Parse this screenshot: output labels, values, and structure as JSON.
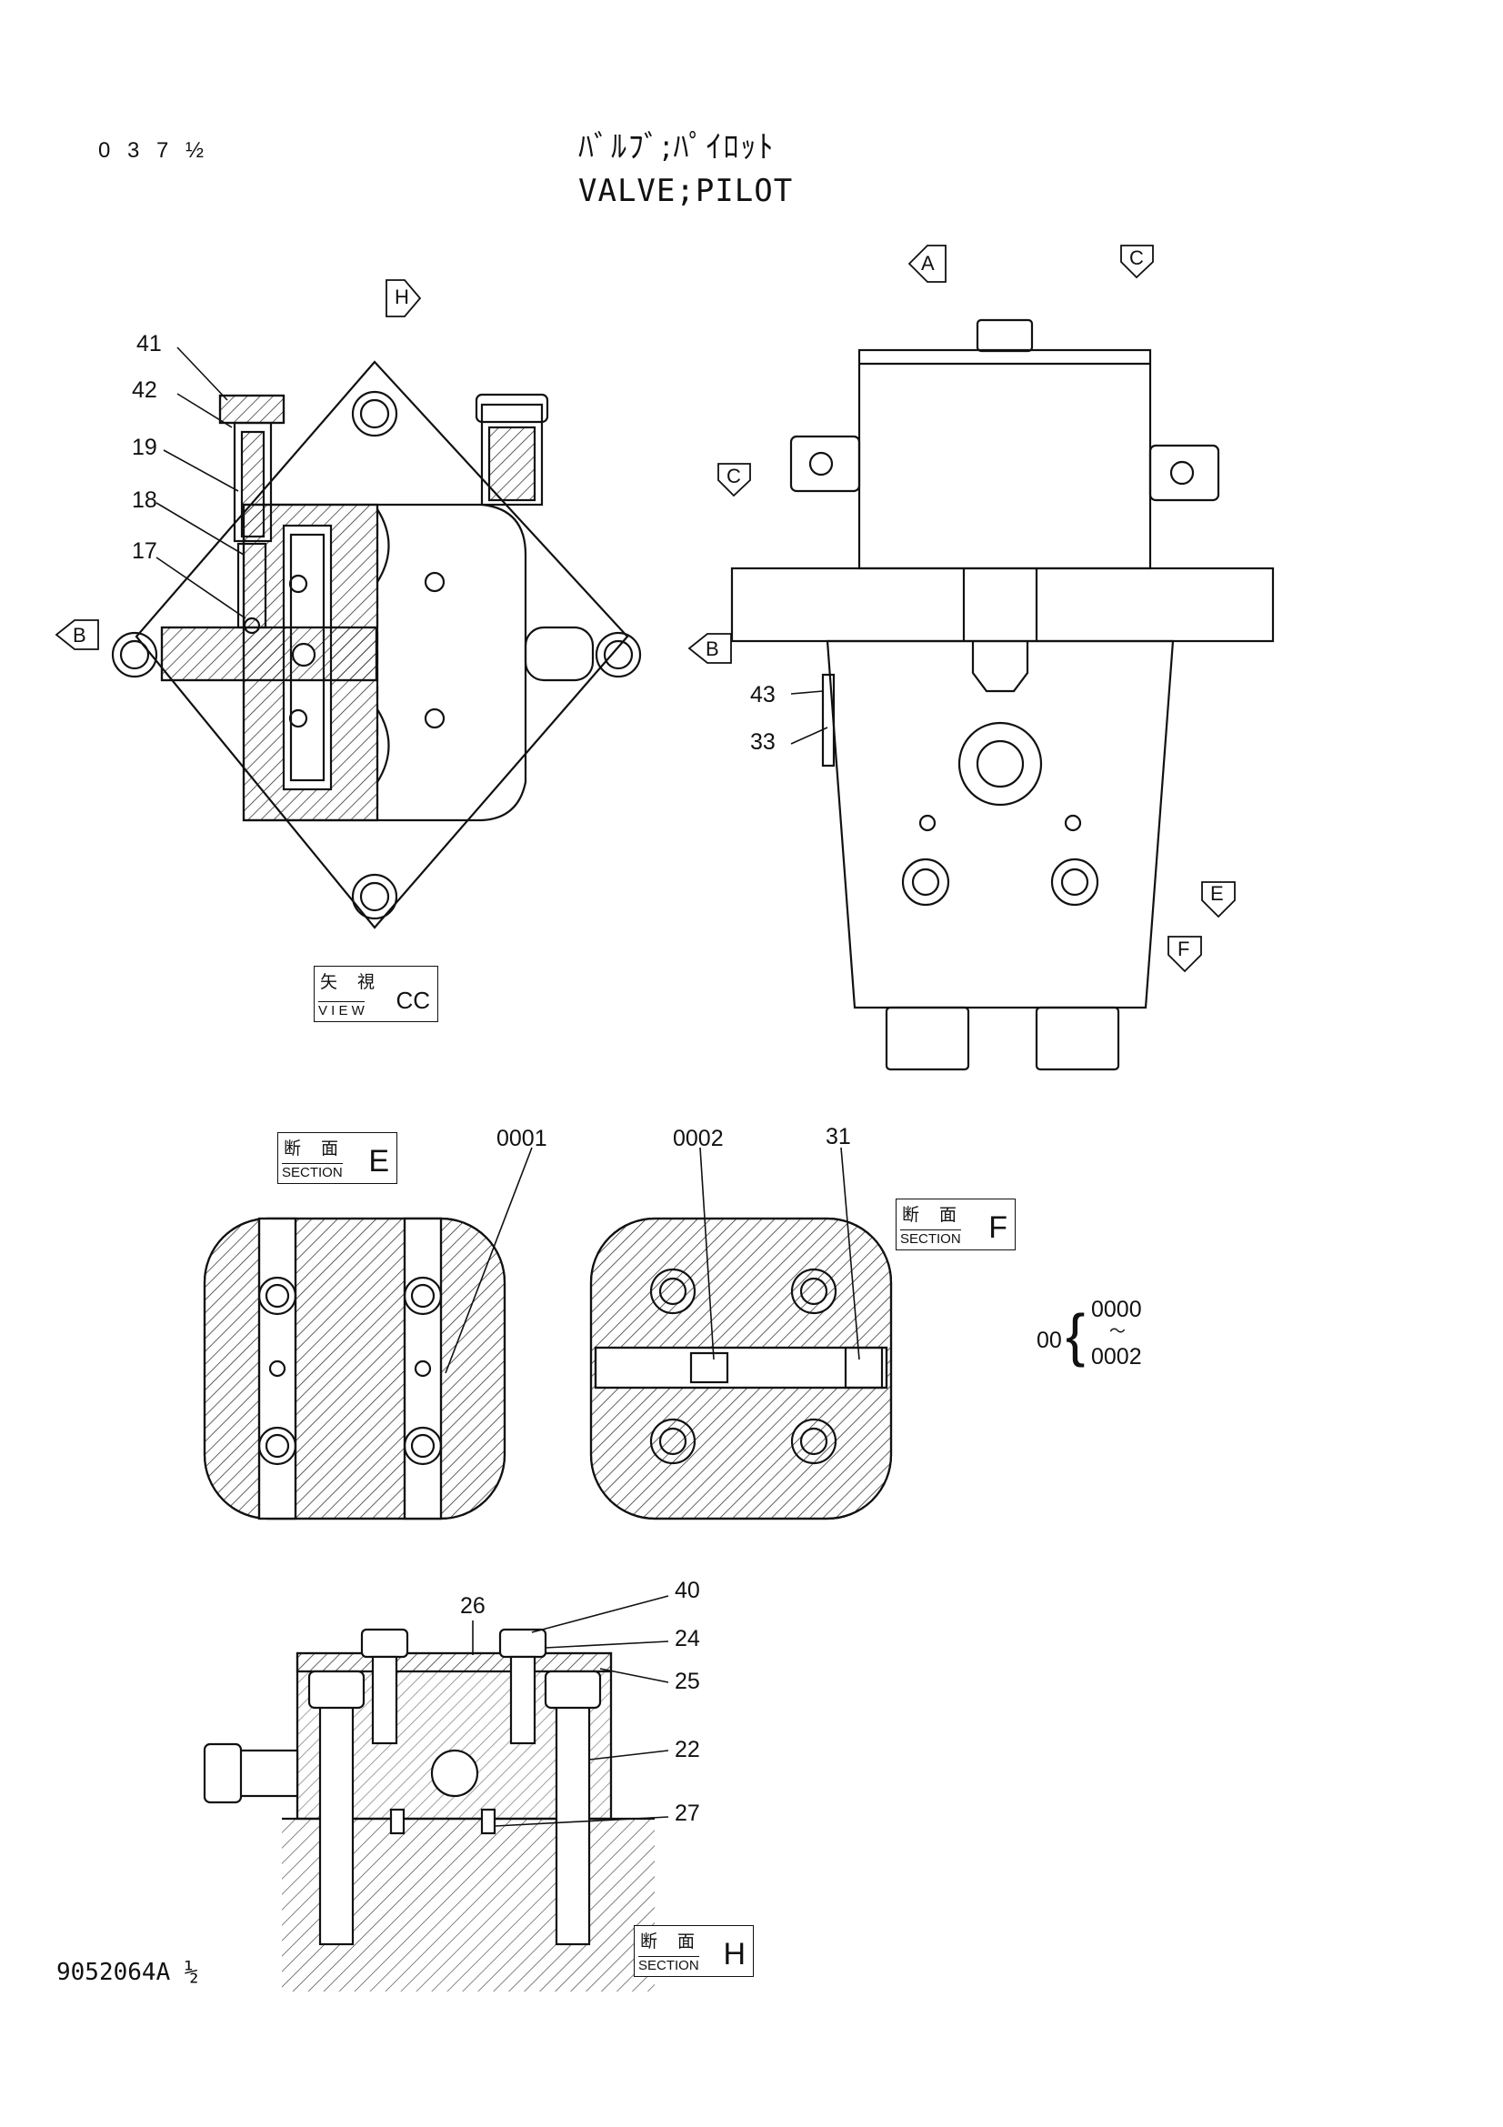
{
  "header": {
    "page_number": "0 3 7 ½",
    "title_jp": "ﾊﾞﾙﾌﾞ;ﾊﾟｲﾛｯﾄ",
    "title_en": "VALVE;PILOT"
  },
  "footer": {
    "document_number": "9052064A ½"
  },
  "view_markers": {
    "a": "A",
    "b": "B",
    "c": "C",
    "e": "E",
    "f": "F",
    "h": "H"
  },
  "section_tags": {
    "view_cc": {
      "jp": "矢 視",
      "en": "V I E W",
      "letter": "CC"
    },
    "section_e": {
      "jp": "断 面",
      "en": "SECTION",
      "letter": "E"
    },
    "section_f": {
      "jp": "断 面",
      "en": "SECTION",
      "letter": "F"
    },
    "section_h": {
      "jp": "断 面",
      "en": "SECTION",
      "letter": "H"
    }
  },
  "part_labels": {
    "p41": "41",
    "p42": "42",
    "p19": "19",
    "p18": "18",
    "p17": "17",
    "p43": "43",
    "p33": "33",
    "p0001": "0001",
    "p0002": "0002",
    "p31": "31",
    "p26": "26",
    "p40": "40",
    "p24": "24",
    "p25": "25",
    "p22": "22",
    "p27": "27"
  },
  "sub_assembly": {
    "prefix": "00",
    "from": "0000",
    "range_mark": "〜",
    "to": "0002"
  }
}
